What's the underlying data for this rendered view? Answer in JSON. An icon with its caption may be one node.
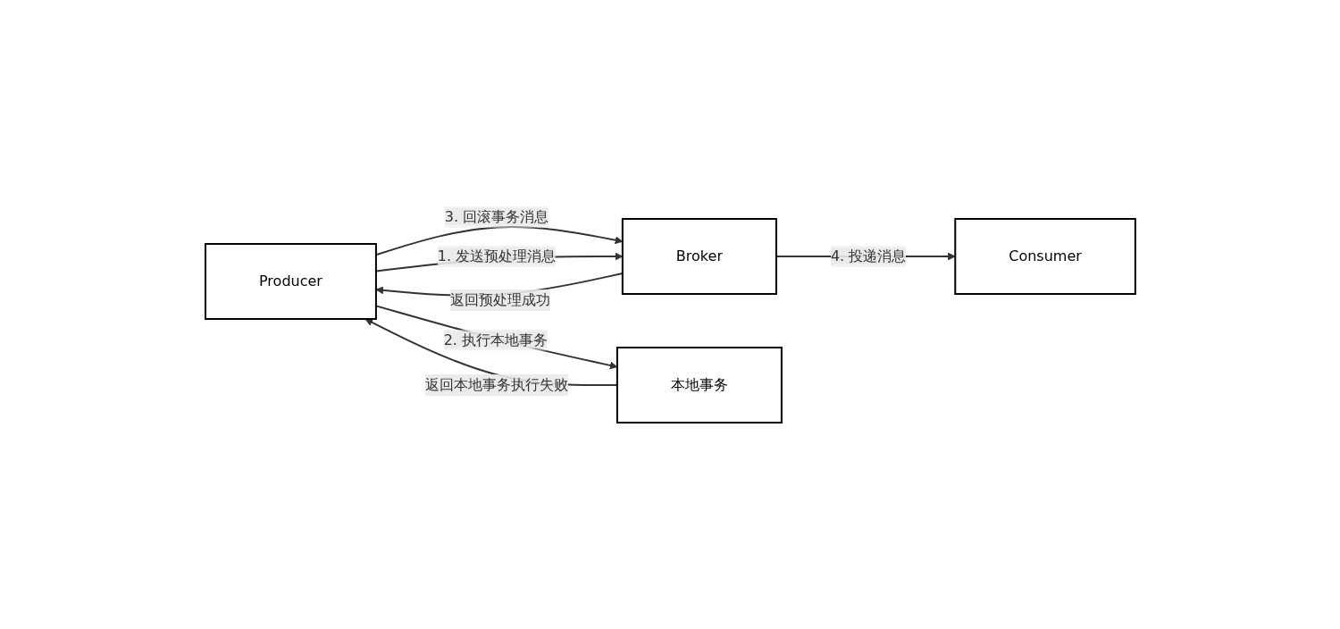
{
  "diagram": {
    "nodes": [
      {
        "text": [
          "Producer"
        ]
      },
      {
        "text": [
          "Broker"
        ]
      },
      {
        "text": [
          "Consumer"
        ]
      },
      {
        "text": [
          "本地事务"
        ]
      }
    ],
    "edges": [
      {
        "from": 0,
        "to": 1,
        "arrow": "to",
        "label": "3. 回滚事务消息"
      },
      {
        "from": 0,
        "to": 1,
        "arrow": "to",
        "label": "1. 发送预处理消息"
      },
      {
        "from": 1,
        "to": 0,
        "arrow": "to",
        "label": "返回预处理成功"
      },
      {
        "from": 1,
        "to": 2,
        "arrow": "to",
        "label": "4. 投递消息"
      },
      {
        "from": 0,
        "to": 3,
        "arrow": "to",
        "label": "2. 执行本地事务"
      },
      {
        "from": 3,
        "to": 0,
        "arrow": "to",
        "label": "返回本地事务执行失败"
      }
    ]
  }
}
